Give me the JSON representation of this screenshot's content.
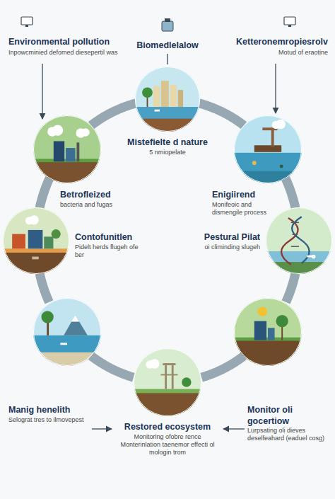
{
  "diagram": {
    "nodes": [
      {
        "text": [
          "Mistefielte d nature",
          "5 nmiopelate"
        ]
      },
      {
        "text": [
          "Betrofleized",
          "bacteria and fugas"
        ]
      },
      {
        "text": [
          "Enigiirend",
          "Monifeoic and dismengile process"
        ]
      },
      {
        "text": [
          "Contofunitlen",
          "Pidelt herds flugeh ofe ber"
        ]
      },
      {
        "text": [
          "Pestural Pilat",
          "oi climinding slugeh"
        ]
      },
      {
        "text": [
          "Manig henelith",
          "Selograt tres to ilmovepest"
        ]
      },
      {
        "text": [
          "Restored ecosystem",
          "Monitoring ofobre rence Monterinlation taenemor effecti ol mologin trom"
        ]
      },
      {
        "text": [
          "Monitor oli gocertiow",
          "Lurpsating oli dieves deselfeahard (eaduel cosg)"
        ]
      }
    ],
    "edges": [
      {
        "from": 0,
        "to": 2,
        "arrow": "none"
      },
      {
        "from": 2,
        "to": 4,
        "arrow": "none"
      },
      {
        "from": 4,
        "to": 7,
        "arrow": "none"
      },
      {
        "from": 7,
        "to": 6,
        "arrow": "none"
      },
      {
        "from": 6,
        "to": 5,
        "arrow": "none"
      },
      {
        "from": 5,
        "to": 3,
        "arrow": "none"
      },
      {
        "from": 3,
        "to": 1,
        "arrow": "none"
      },
      {
        "from": 1,
        "to": 0,
        "arrow": "none"
      }
    ],
    "labels": [
      "Environmental pollution",
      "Inpowcminied defomed diesepertil was",
      "Biomedlelalow",
      "Ketteronemropiesrolv",
      "Motud of eraotine"
    ]
  }
}
